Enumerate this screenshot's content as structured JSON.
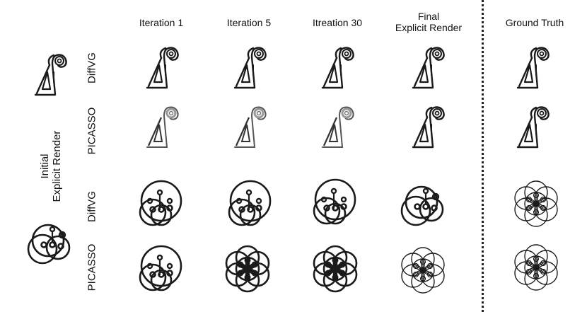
{
  "columns": {
    "iter1": "Iteration 1",
    "iter5": "Iteration 5",
    "iter30": "Itreation 30",
    "final_line1": "Final",
    "final_line2": "Explicit Render",
    "ground_truth": "Ground Truth"
  },
  "rows": {
    "row1": "DiffVG",
    "row2": "PICASSO",
    "row3": "DiffVG",
    "row4": "PICASSO"
  },
  "initial": {
    "line1": "Initial",
    "line2": "Explicit Render"
  },
  "colors": {
    "ink": "#1a1a1a",
    "divider": "#222222",
    "background": "#ffffff"
  }
}
